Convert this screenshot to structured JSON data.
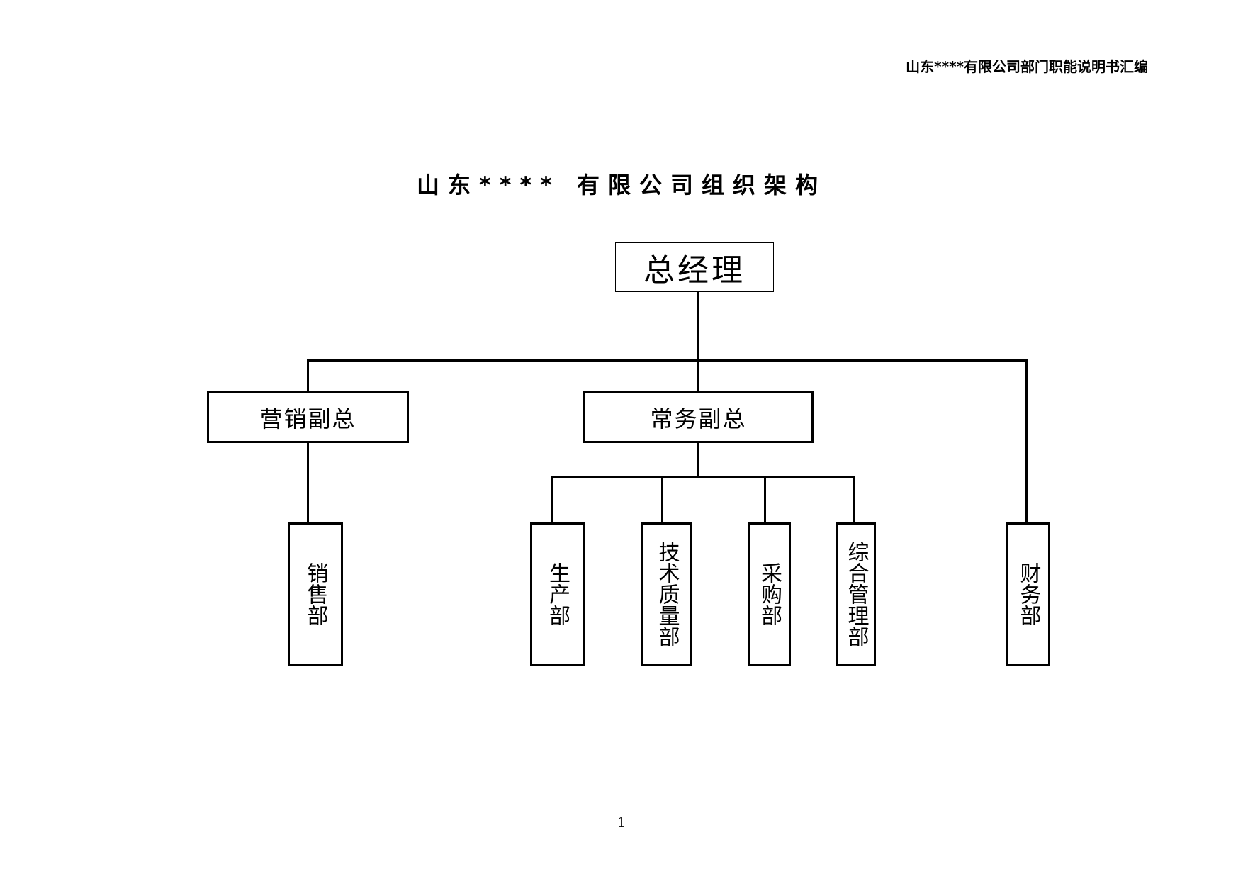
{
  "header": {
    "running_title": "山东****有限公司部门职能说明书汇编"
  },
  "document": {
    "title": "山东**** 有限公司组织架构",
    "page_number": "1"
  },
  "org_chart": {
    "top": "总经理",
    "vp_marketing": "营销副总",
    "vp_executive": "常务副总",
    "departments": {
      "sales": "销售部",
      "production": "生产部",
      "tech_quality": "技术质量部",
      "procurement": "采购部",
      "general_admin": "综合管理部",
      "finance": "财务部"
    }
  }
}
